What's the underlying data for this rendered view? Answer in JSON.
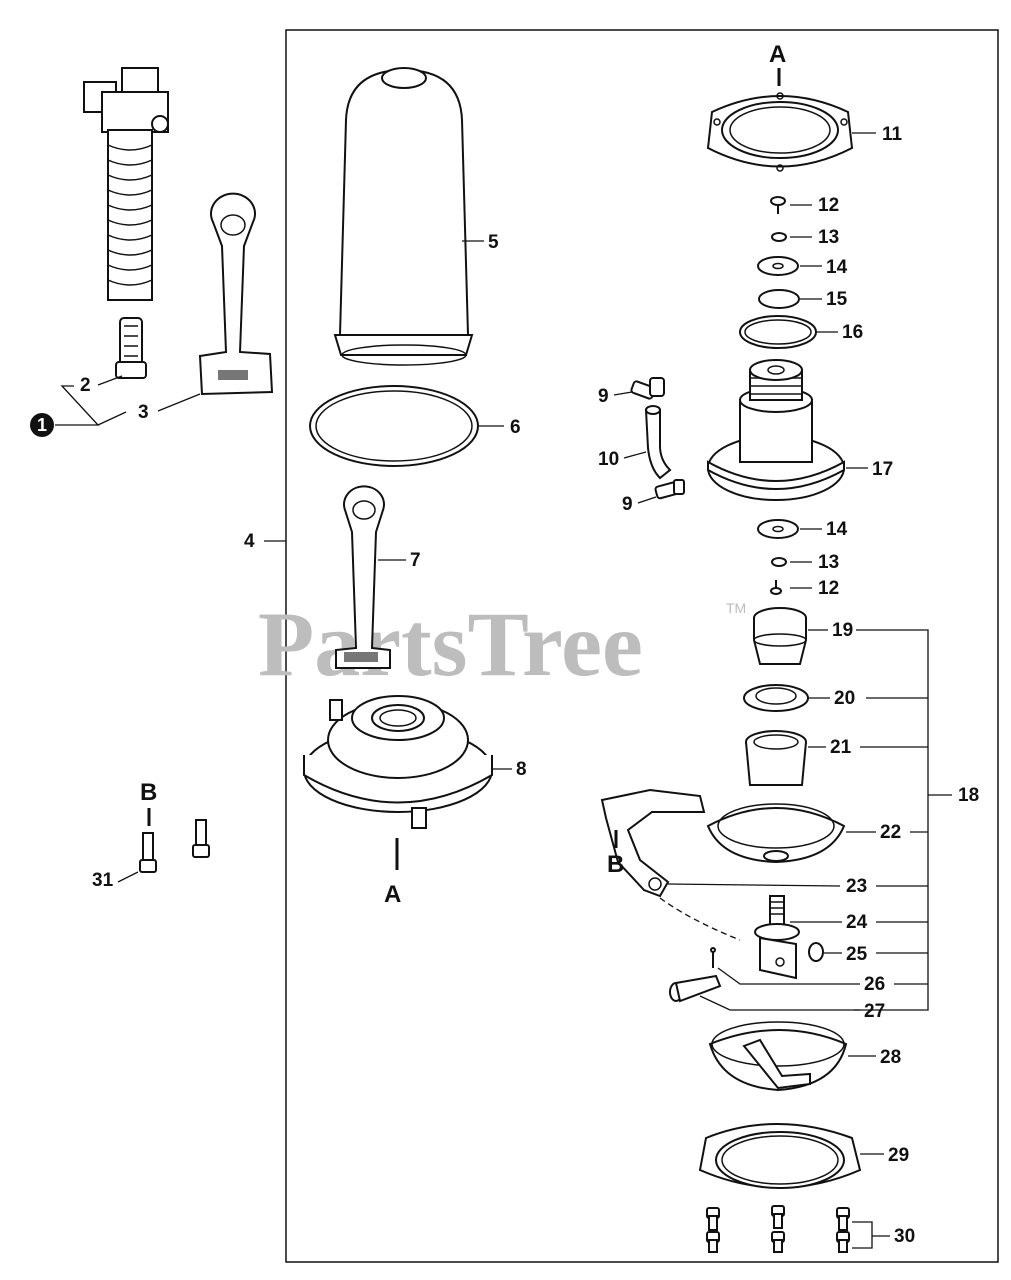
{
  "watermark": {
    "text": "PartsTree",
    "trademark": "TM"
  },
  "callout": {
    "number": "1"
  },
  "ref_marks": {
    "a_top": "A",
    "a_bottom": "A",
    "b_left": "B",
    "b_right": "B"
  },
  "labels": {
    "p2": "2",
    "p3": "3",
    "p4": "4",
    "p5": "5",
    "p6": "6",
    "p7": "7",
    "p8": "8",
    "p9a": "9",
    "p9b": "9",
    "p10": "10",
    "p11": "11",
    "p12a": "12",
    "p12b": "12",
    "p13a": "13",
    "p13b": "13",
    "p14a": "14",
    "p14b": "14",
    "p15": "15",
    "p16": "16",
    "p17": "17",
    "p18": "18",
    "p19": "19",
    "p20": "20",
    "p21": "21",
    "p22": "22",
    "p23": "23",
    "p24": "24",
    "p25": "25",
    "p26": "26",
    "p27": "27",
    "p28": "28",
    "p29": "29",
    "p30": "30",
    "p31": "31"
  }
}
